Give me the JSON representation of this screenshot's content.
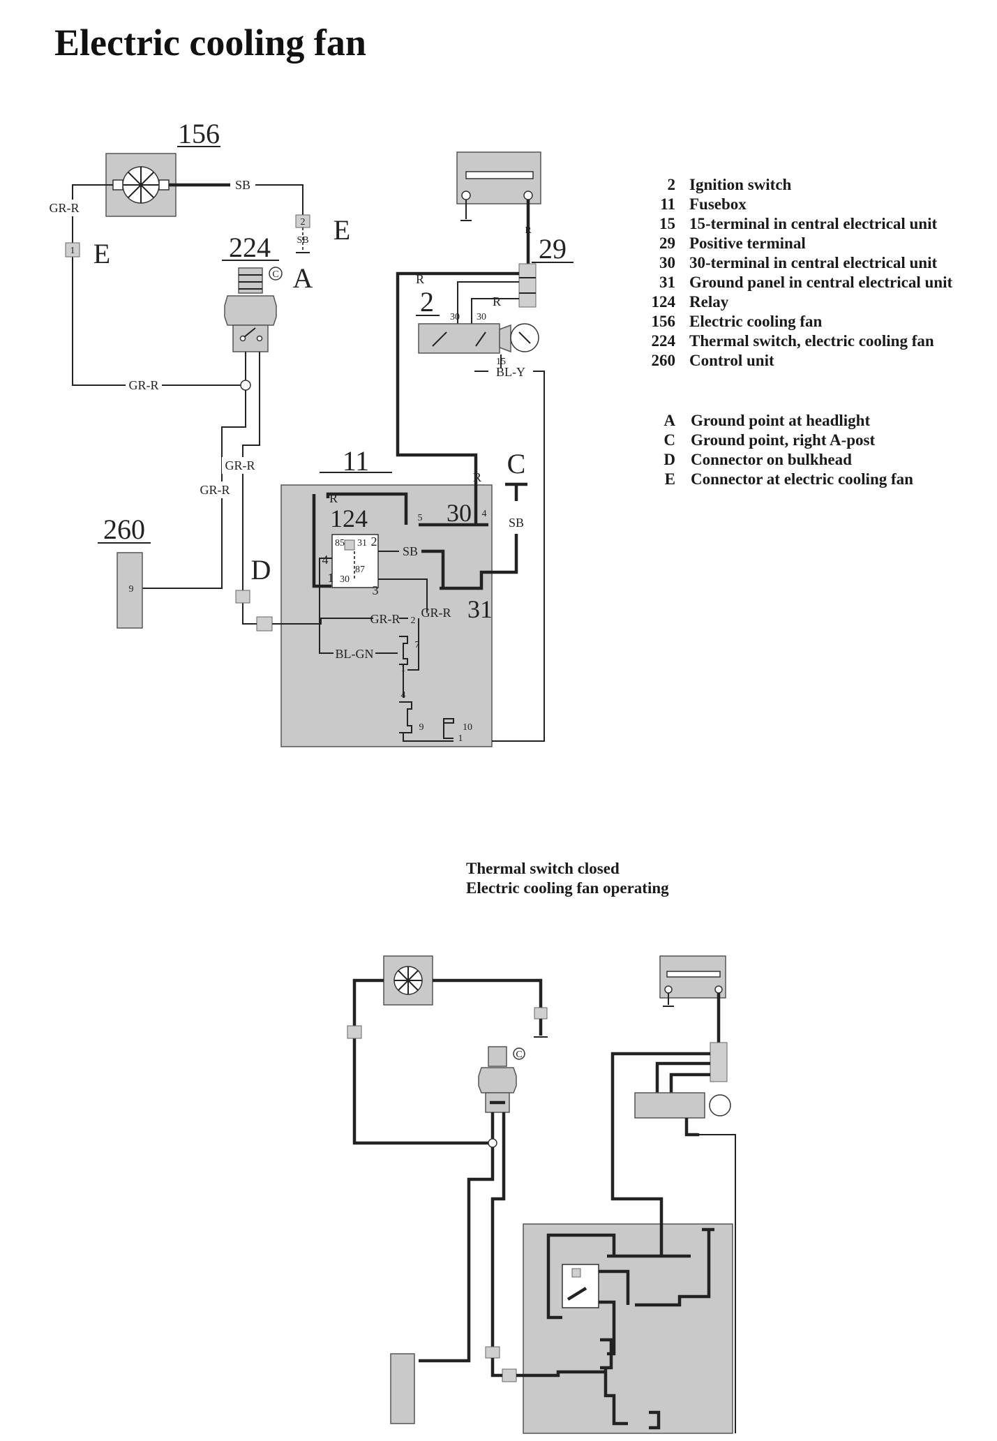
{
  "title": "Electric cooling fan",
  "components": {
    "fan": "156",
    "thermal_switch": "224",
    "ignition_switch": "2",
    "positive_terminal": "29",
    "fusebox": "11",
    "relay": "124",
    "control_unit": "260",
    "terminal_30": "30",
    "terminal_31": "31"
  },
  "points": {
    "A": "A",
    "C": "C",
    "D": "D",
    "E": "E"
  },
  "wires": {
    "gr_r": "GR-R",
    "sb": "SB",
    "r": "R",
    "bl_y": "BL-Y",
    "bl_gn": "BL-GN"
  },
  "terminals": {
    "t1": "1",
    "t2": "2",
    "t3": "3",
    "t4": "4",
    "t5": "5",
    "t7": "7",
    "t9": "9",
    "t10": "10",
    "t30": "30",
    "t31": "31",
    "t85": "85",
    "t87": "87",
    "t15": "15"
  },
  "legend": {
    "numbered": [
      {
        "code": "2",
        "text": "Ignition switch"
      },
      {
        "code": "11",
        "text": "Fusebox"
      },
      {
        "code": "15",
        "text": "15-terminal in central electrical unit"
      },
      {
        "code": "29",
        "text": "Positive terminal"
      },
      {
        "code": "30",
        "text": "30-terminal in central electrical unit"
      },
      {
        "code": "31",
        "text": "Ground panel in central electrical unit"
      },
      {
        "code": "124",
        "text": "Relay"
      },
      {
        "code": "156",
        "text": "Electric cooling fan"
      },
      {
        "code": "224",
        "text": "Thermal switch, electric cooling fan"
      },
      {
        "code": "260",
        "text": "Control unit"
      }
    ],
    "lettered": [
      {
        "code": "A",
        "text": "Ground point at headlight"
      },
      {
        "code": "C",
        "text": "Ground point, right A-post"
      },
      {
        "code": "D",
        "text": "Connector on bulkhead"
      },
      {
        "code": "E",
        "text": "Connector at electric cooling fan"
      }
    ]
  },
  "caption": {
    "line1": "Thermal switch closed",
    "line2": "Electric cooling fan operating"
  }
}
